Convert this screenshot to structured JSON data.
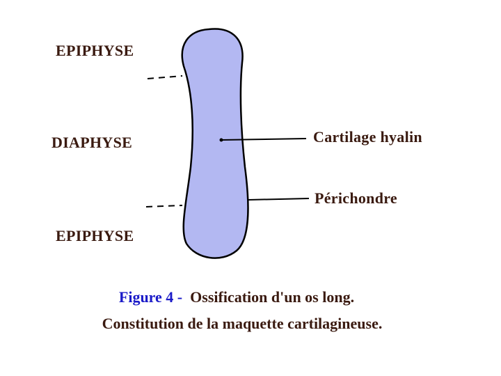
{
  "labels": {
    "epiphyse_top": "EPIPHYSE",
    "diaphyse": "DIAPHYSE",
    "epiphyse_bottom": "EPIPHYSE",
    "cartilage": "Cartilage hyalin",
    "perichondre": "Périchondre"
  },
  "caption": {
    "figure_number": "Figure 4 -",
    "title": "Ossification d'un os long.",
    "subtitle": "Constitution de la maquette cartilagineuse."
  },
  "colors": {
    "bone_fill": "#b3b8f2",
    "figure_number": "#1a1ac8",
    "text": "#3a1a10"
  }
}
